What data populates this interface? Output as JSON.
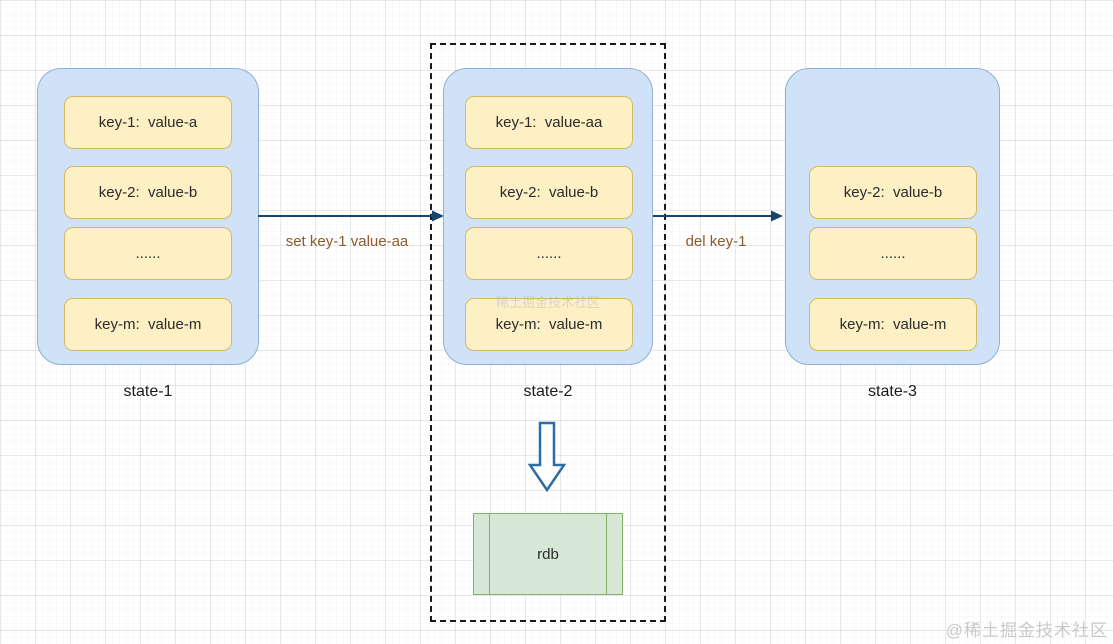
{
  "states": [
    {
      "label": "state-1",
      "items": [
        "key-1:  value-a",
        "key-2:  value-b",
        "......",
        "key-m:  value-m"
      ]
    },
    {
      "label": "state-2",
      "items": [
        "key-1:  value-aa",
        "key-2:  value-b",
        "......",
        "key-m:  value-m"
      ]
    },
    {
      "label": "state-3",
      "items": [
        "key-2:  value-b",
        "......",
        "key-m:  value-m"
      ]
    }
  ],
  "arrows": [
    {
      "label": "set key-1 value-aa"
    },
    {
      "label": "del key-1"
    }
  ],
  "rdb": {
    "label": "rdb"
  },
  "watermark": {
    "bottom_right": "@稀土掘金技术社区",
    "center_faint": "稀土掘金技术社区"
  },
  "colors": {
    "state_fill": "#cfe2f7",
    "state_stroke": "#8fafd4",
    "kv_fill": "#fdf0c5",
    "kv_stroke": "#d8b865",
    "text": "#2b2b2b",
    "arrow": "#17456e",
    "cmd_label": "#8d5b2a",
    "green_fill": "#d6e8d5",
    "green_stroke": "#84b368",
    "dashed": "#1a1a1a",
    "watermark": "#c9c9c9"
  }
}
